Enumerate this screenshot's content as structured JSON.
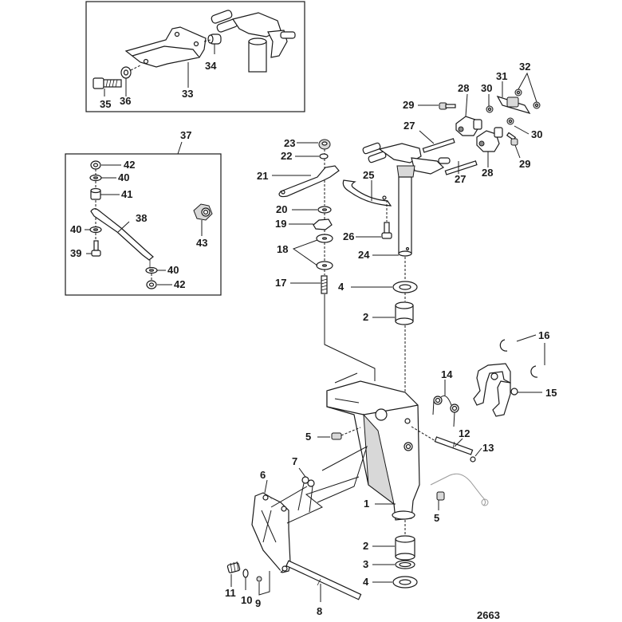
{
  "diagram": {
    "figure_number": "2663",
    "inset_top": {
      "callouts": [
        "33",
        "34",
        "35",
        "36"
      ]
    },
    "inset_kit": {
      "kit_label": "37",
      "callouts": [
        "38",
        "39",
        "40",
        "40",
        "40",
        "41",
        "42",
        "42",
        "43"
      ]
    },
    "callouts": {
      "c1": "1",
      "c2a": "2",
      "c2b": "2",
      "c3": "3",
      "c4a": "4",
      "c4b": "4",
      "c5a": "5",
      "c5b": "5",
      "c6": "6",
      "c7": "7",
      "c8": "8",
      "c9": "9",
      "c10": "10",
      "c11": "11",
      "c12": "12",
      "c13": "13",
      "c14": "14",
      "c15": "15",
      "c16": "16",
      "c17": "17",
      "c18": "18",
      "c19": "19",
      "c20": "20",
      "c21": "21",
      "c22": "22",
      "c23": "23",
      "c24": "24",
      "c25": "25",
      "c26": "26",
      "c27a": "27",
      "c27b": "27",
      "c28a": "28",
      "c28b": "28",
      "c29a": "29",
      "c29b": "29",
      "c30a": "30",
      "c30b": "30",
      "c31": "31",
      "c32": "32",
      "c33": "33",
      "c34": "34",
      "c35": "35",
      "c36": "36",
      "c37": "37",
      "c38": "38",
      "c39": "39",
      "c40a": "40",
      "c40b": "40",
      "c40c": "40",
      "c41": "41",
      "c42a": "42",
      "c42b": "42",
      "c43": "43"
    }
  }
}
